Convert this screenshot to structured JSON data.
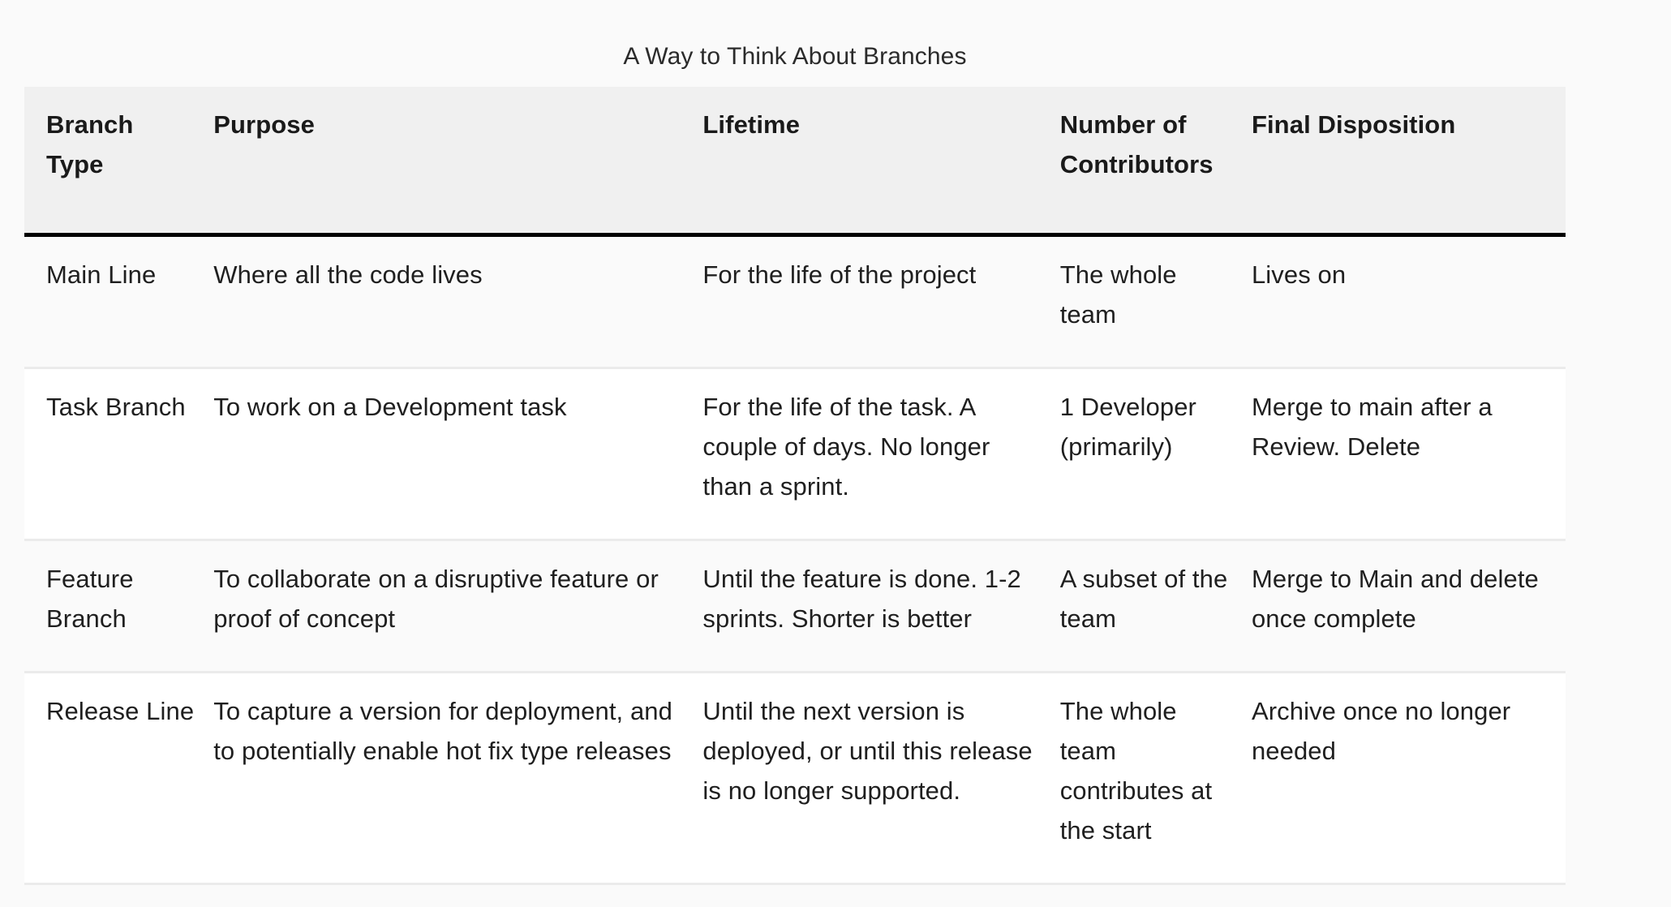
{
  "table": {
    "caption": "A Way to Think About Branches",
    "columns": [
      "Branch Type",
      "Purpose",
      "Lifetime",
      "Number of Contributors",
      "Final Disposition"
    ],
    "rows": [
      {
        "branch_type": "Main Line",
        "purpose": "Where all the code lives",
        "lifetime": "For the life of the project",
        "contributors": "The whole team",
        "final_disposition": "Lives on"
      },
      {
        "branch_type": "Task Branch",
        "purpose": "To work on a Development task",
        "lifetime": "For the life of the task. A couple of days. No longer than a sprint.",
        "contributors": "1 Developer (primarily)",
        "final_disposition": "Merge to main after a Review. Delete"
      },
      {
        "branch_type": "Feature Branch",
        "purpose": "To collaborate on a disruptive feature or proof of concept",
        "lifetime": "Until the feature is done. 1-2 sprints. Shorter is better",
        "contributors": "A subset of the team",
        "final_disposition": "Merge to Main and delete once complete"
      },
      {
        "branch_type": "Release Line",
        "purpose": "To capture a version for deployment, and to potentially enable hot fix type releases",
        "lifetime": "Until the next version is deployed, or until this release is no longer supported.",
        "contributors": "The whole team contributes at the start",
        "final_disposition": "Archive once no longer needed"
      }
    ]
  },
  "colors": {
    "page_background": "#fafafa",
    "header_background": "#f0f0f0",
    "header_rule": "#000000",
    "row_rule": "#ebebeb",
    "row_striped": "#fafafa",
    "row_plain": "#ffffff",
    "text": "#1f1f1f"
  }
}
